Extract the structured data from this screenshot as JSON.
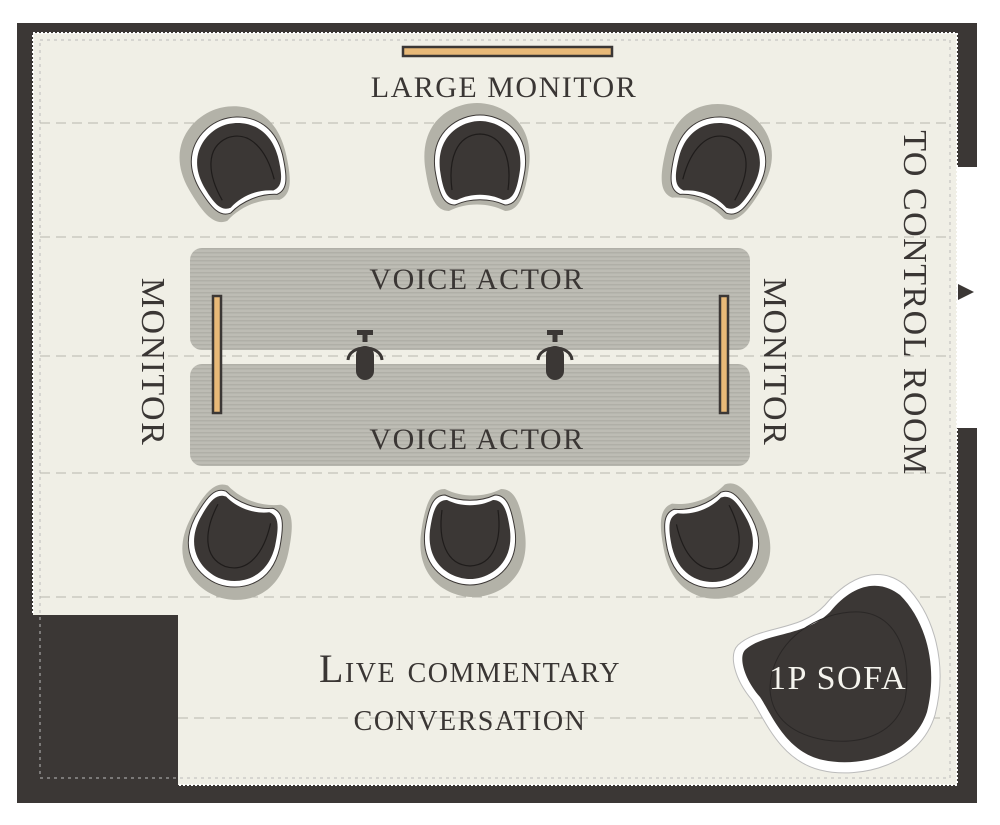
{
  "title": "Studio floor plan",
  "labels": {
    "large_monitor": "LARGE MONITOR",
    "voice_actor_top": "VOICE ACTOR",
    "voice_actor_bottom": "VOICE ACTOR",
    "monitor_left": "MONITOR",
    "monitor_right": "MONITOR",
    "control_room": "TO CONTROL ROOM",
    "live_line1": "Live commentary",
    "live_line2": "conversation",
    "sofa": "1P SOFA"
  },
  "colors": {
    "wall": "#3b3735",
    "floor": "#f0efe6",
    "table": "#b9b8b0",
    "chair": "#3b3735",
    "monitor": "#e8b978"
  }
}
